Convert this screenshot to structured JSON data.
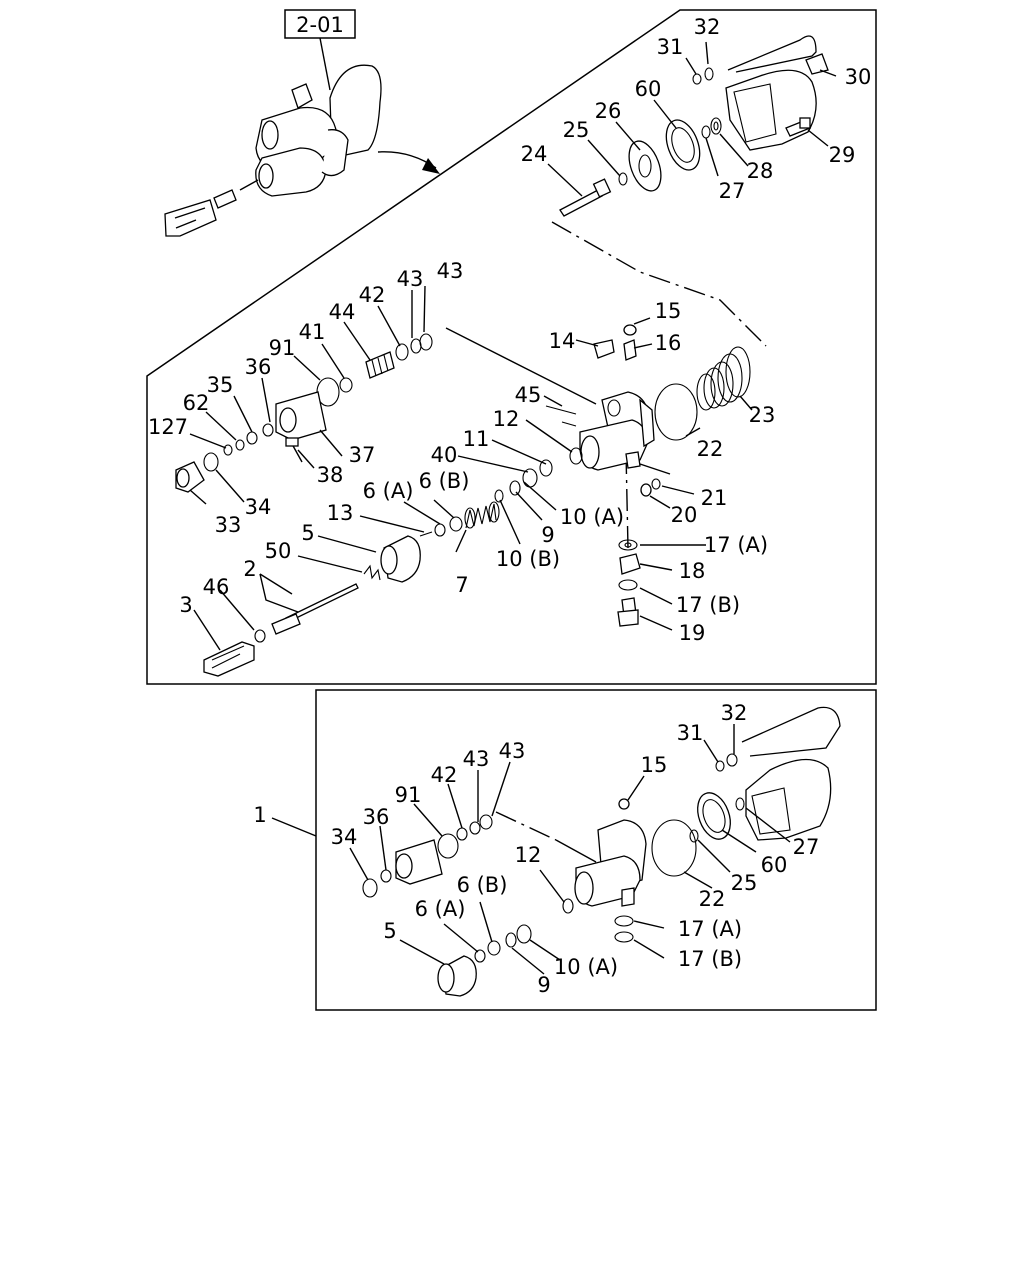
{
  "ref": "2-01",
  "labels": {
    "top": {
      "31": "31",
      "32": "32",
      "30": "30",
      "29": "29",
      "28": "28",
      "27": "27",
      "60": "60",
      "26": "26",
      "25": "25",
      "24": "24",
      "43a": "43",
      "43b": "43",
      "42": "42",
      "44": "44",
      "41": "41",
      "91": "91",
      "36": "36",
      "35": "35",
      "62": "62",
      "127": "127",
      "33": "33",
      "34": "34",
      "37": "37",
      "38": "38",
      "15": "15",
      "14": "14",
      "16": "16",
      "45": "45",
      "12": "12",
      "23": "23",
      "22": "22",
      "11": "11",
      "40": "40",
      "21": "21",
      "20": "20",
      "10A": "10 (A)",
      "9": "9",
      "10B": "10 (B)",
      "6A": "6 (A)",
      "6B": "6 (B)",
      "13": "13",
      "7": "7",
      "5": "5",
      "50": "50",
      "2": "2",
      "46": "46",
      "3": "3",
      "17A": "17 (A)",
      "18": "18",
      "17B": "17 (B)",
      "19": "19"
    },
    "bottom": {
      "1": "1",
      "32": "32",
      "31": "31",
      "15": "15",
      "43a": "43",
      "43b": "43",
      "42": "42",
      "91": "91",
      "36": "36",
      "34": "34",
      "12": "12",
      "27": "27",
      "60": "60",
      "25": "25",
      "22": "22",
      "6B": "6 (B)",
      "6A": "6 (A)",
      "5": "5",
      "17A": "17 (A)",
      "17B": "17 (B)",
      "10A": "10 (A)",
      "9": "9"
    }
  }
}
